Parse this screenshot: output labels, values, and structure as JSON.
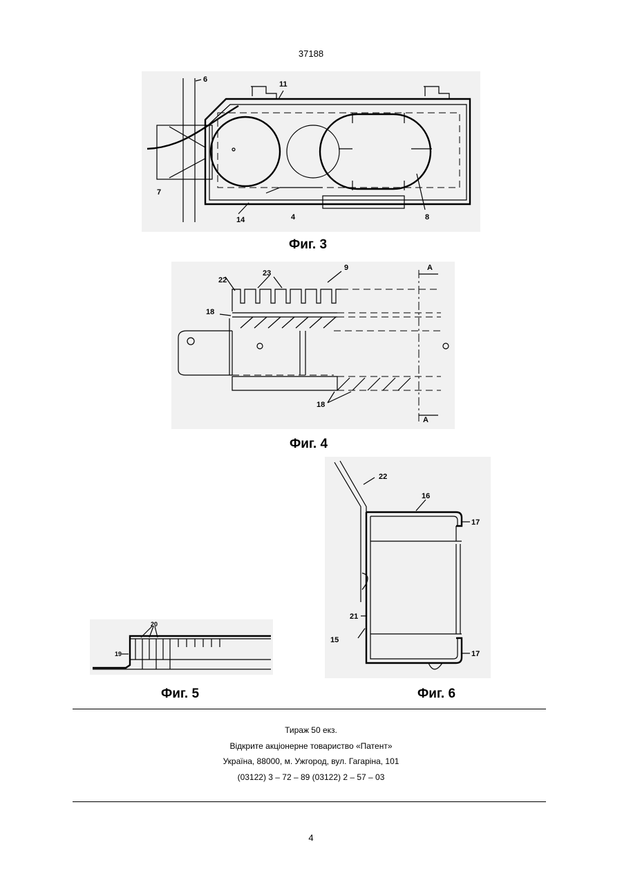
{
  "header": {
    "doc_number": "37188"
  },
  "figures": {
    "fig3": {
      "caption": "Фиг. 3",
      "labels": {
        "l6": "6",
        "l11": "11",
        "l7": "7",
        "l14": "14",
        "l4": "4",
        "l8": "8"
      }
    },
    "fig4": {
      "caption": "Фиг. 4",
      "labels": {
        "l9": "9",
        "l22": "22",
        "l23": "23",
        "l18a": "18",
        "l18b": "18",
        "lAtop": "A",
        "lAbot": "A"
      }
    },
    "fig5": {
      "caption": "Фиг. 5",
      "labels": {
        "l20": "20",
        "l19": "19"
      }
    },
    "fig6": {
      "caption": "Фиг. 6",
      "labels": {
        "l22": "22",
        "l16": "16",
        "l17a": "17",
        "l21": "21",
        "l15": "15",
        "l17b": "17"
      }
    }
  },
  "footer": {
    "line1": "Тираж 50 екз.",
    "line2": "Відкрите акціонерне товариство «Патент»",
    "line3": "Україна, 88000, м. Ужгород, вул. Гагаріна, 101",
    "line4": "(03122) 3 – 72 – 89   (03122) 2 – 57 – 03"
  },
  "page_number": "4"
}
